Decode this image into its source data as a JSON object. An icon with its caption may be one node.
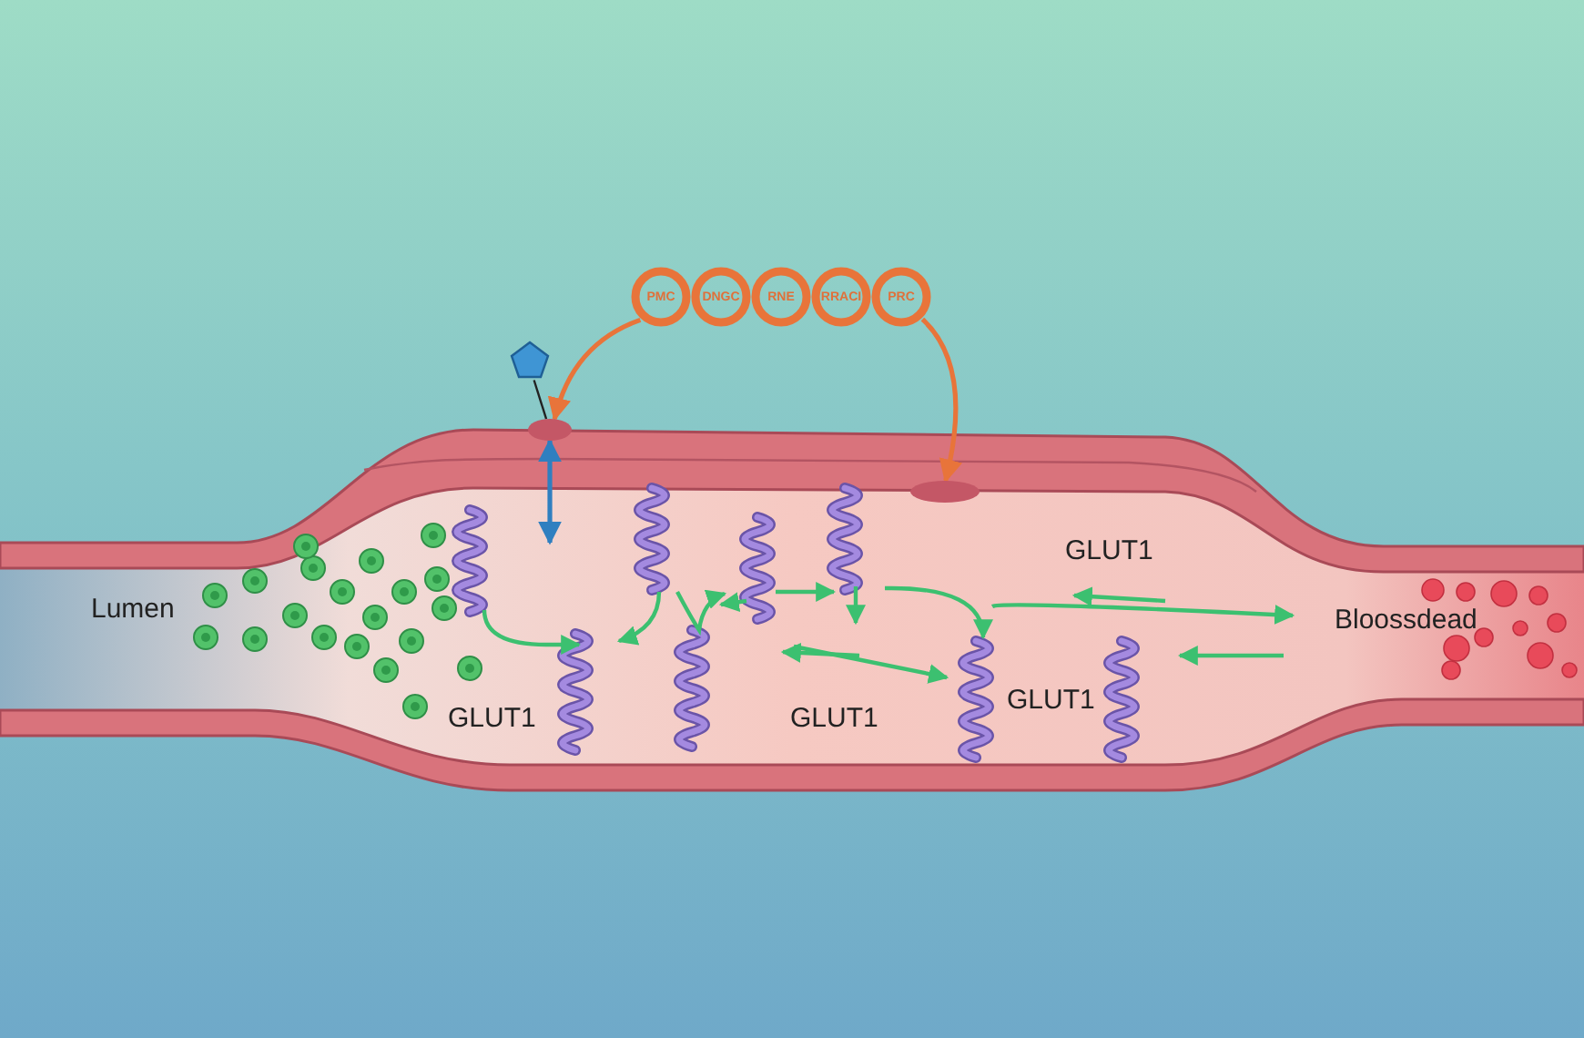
{
  "diagram": {
    "nodes": [
      {
        "text": [
          "PMC"
        ]
      },
      {
        "text": [
          "DNGC"
        ]
      },
      {
        "text": [
          "RNE"
        ]
      },
      {
        "text": [
          "RRACI"
        ]
      },
      {
        "text": [
          "PRC"
        ]
      },
      {
        "text": [],
        "shape": "ellipse"
      },
      {
        "text": [],
        "shape": "ellipse"
      },
      {
        "text": [],
        "shape": "pentagon"
      }
    ],
    "edges": [
      {
        "from": 0,
        "to": 5,
        "arrow": "to"
      },
      {
        "from": 4,
        "to": 6,
        "arrow": "to"
      },
      {
        "from": 5,
        "to": null,
        "arrow": "both",
        "color": "#2f7fc0"
      },
      {
        "from": 7,
        "to": 5,
        "arrow": "none",
        "color": "#222222"
      }
    ],
    "labels": [
      "GLUT1",
      "Lumen",
      "Bloossdead",
      "GLUT1",
      "GLUT1",
      "GLUT1"
    ]
  }
}
